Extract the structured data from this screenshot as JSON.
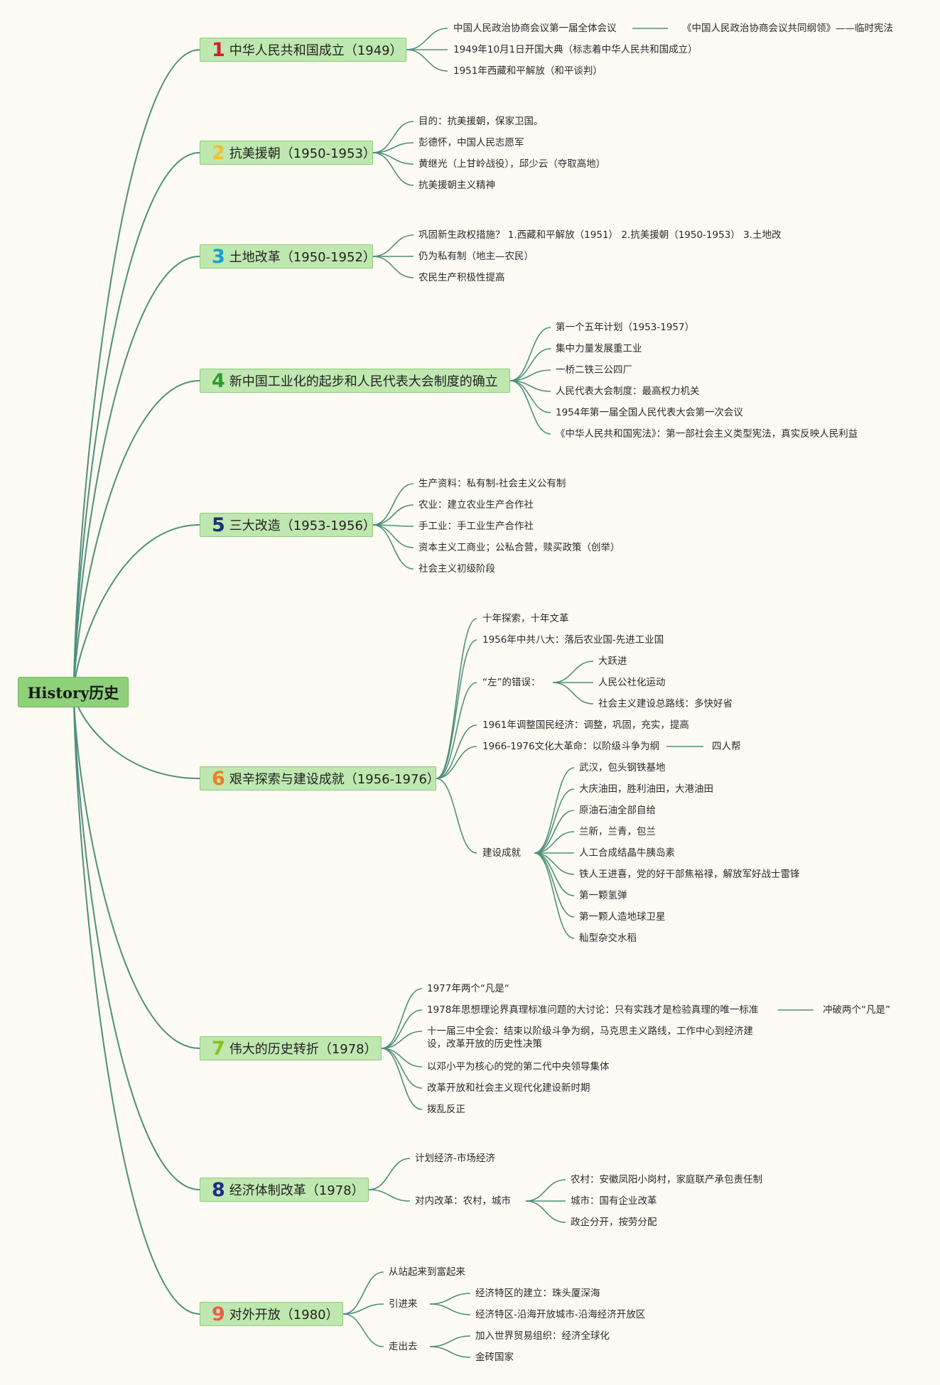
{
  "root": "History历史",
  "branch_color": "#4e8f7b",
  "topics": [
    {
      "num": "1",
      "color": "#d0202c",
      "title": "中华人民共和国成立（1949）",
      "items": [
        "中国人民政治协商会议第一届全体会议",
        "1949年10月1日开国大典（标志着中华人民共和国成立）",
        "1951年西藏和平解放（和平谈判）"
      ],
      "extra": "《中国人民政治协商会议共同纲领》——临时宪法"
    },
    {
      "num": "2",
      "color": "#f2c12e",
      "title": "抗美援朝（1950-1953）",
      "items": [
        "目的：抗美援朝，保家卫国。",
        "彭德怀，中国人民志愿军",
        "黄继光（上甘岭战役），邱少云（夺取高地）",
        "抗美援朝主义精神"
      ]
    },
    {
      "num": "3",
      "color": "#1e9cd7",
      "title": "土地改革（1950-1952）",
      "items": [
        "巩固新生政权措施？ 1.西藏和平解放（1951） 2.抗美援朝（1950-1953） 3.土地改",
        "仍为私有制（地主—农民）",
        "农民生产积极性提高"
      ]
    },
    {
      "num": "4",
      "color": "#2e9a2e",
      "title": "新中国工业化的起步和人民代表大会制度的确立",
      "items": [
        "第一个五年计划（1953-1957）",
        "集中力量发展重工业",
        "一桥二铁三公四厂",
        "人民代表大会制度：最高权力机关",
        "1954年第一届全国人民代表大会第一次会议",
        "《中华人民共和国宪法》：第一部社会主义类型宪法，真实反映人民利益"
      ]
    },
    {
      "num": "5",
      "color": "#1c2f6e",
      "title": "三大改造（1953-1956）",
      "items": [
        "生产资料：私有制-社会主义公有制",
        "农业：建立农业生产合作社",
        "手工业：手工业生产合作社",
        "资本主义工商业；公私合营，赎买政策（创举）",
        "社会主义初级阶段"
      ]
    },
    {
      "num": "6",
      "color": "#ee7d1e",
      "title": "艰辛探索与建设成就（1956-1976）",
      "items": [
        "十年探索，十年文革",
        "1956年中共八大：落后农业国-先进工业国",
        "“左”的错误：",
        "1961年调整国民经济：调整，巩固，充实，提高",
        "1966-1976文化大革命：以阶级斗争为纲",
        "建设成就"
      ],
      "left_errors": [
        "大跃进",
        "人民公社化运动",
        "社会主义建设总路线：多快好省"
      ],
      "gang": "四人帮",
      "achievements": [
        "武汉，包头钢铁基地",
        "大庆油田，胜利油田，大港油田",
        "原油石油全部自给",
        "兰新，兰青，包兰",
        "人工合成结晶牛胰岛素",
        "铁人王进喜，党的好干部焦裕禄，解放军好战士雷锋",
        "第一颗氢弹",
        "第一颗人造地球卫星",
        "籼型杂交水稻"
      ]
    },
    {
      "num": "7",
      "color": "#8cbf26",
      "title": "伟大的历史转折（1978）",
      "items": [
        "1977年两个“凡是“",
        "1978年思想理论界真理标准问题的大讨论：只有实践才是检验真理的唯一标准",
        "十一届三中全会：结束以阶级斗争为纲，马克思主义路线，工作中心到经济建设，改革开放的历史性决策",
        "以邓小平为核心的党的第二代中央领导集体",
        "改革开放和社会主义现代化建设新时期",
        "拨乱反正"
      ],
      "extra": "冲破两个“凡是”"
    },
    {
      "num": "8",
      "color": "#1f2a88",
      "title": "经济体制改革（1978）",
      "items": [
        "计划经济-市场经济",
        "对内改革：农村，城市"
      ],
      "sub": [
        "农村：安徽凤阳小岗村，家庭联产承包责任制",
        "城市：国有企业改革",
        "政企分开，按劳分配"
      ]
    },
    {
      "num": "9",
      "color": "#ee5a4f",
      "title": "对外开放（1980）",
      "items": [
        "从站起来到富起来",
        "引进来",
        "走出去"
      ],
      "in": [
        "经济特区的建立：珠头厦深海",
        "经济特区-沿海开放城市-沿海经济开放区"
      ],
      "out": [
        "加入世界贸易组织：经济全球化",
        "金砖国家"
      ]
    }
  ]
}
